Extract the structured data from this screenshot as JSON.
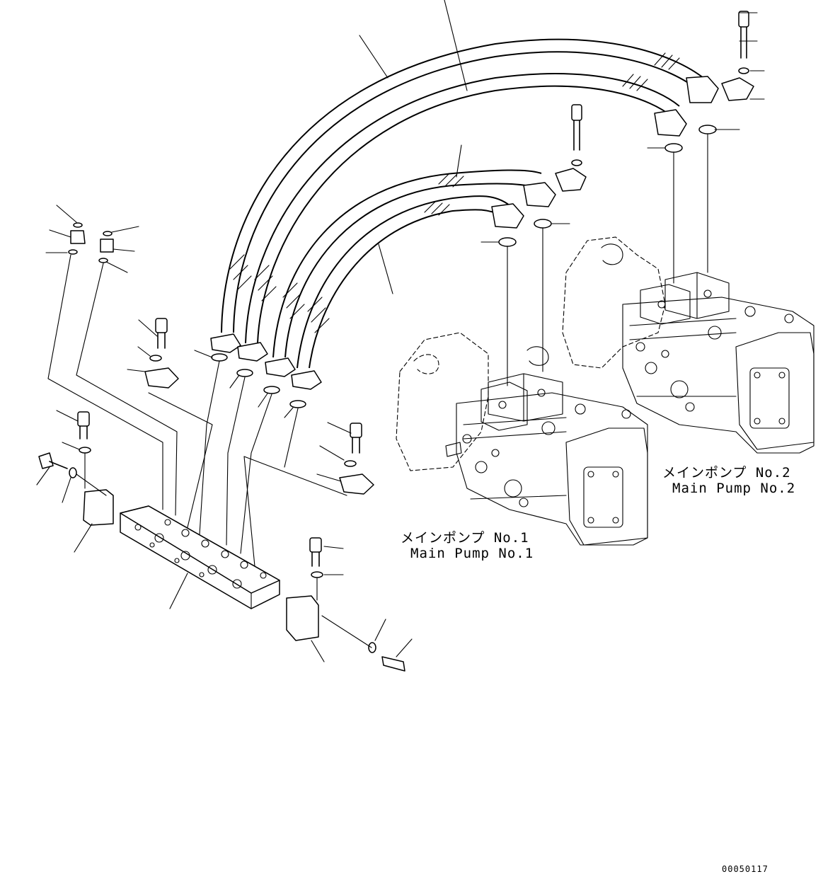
{
  "labels": {
    "pump1_jp": "メインポンプ No.1",
    "pump1_en": "Main Pump No.1",
    "pump2_jp": "メインポンプ No.2",
    "pump2_en": "Main Pump No.2",
    "drawing_code": "00050117"
  }
}
